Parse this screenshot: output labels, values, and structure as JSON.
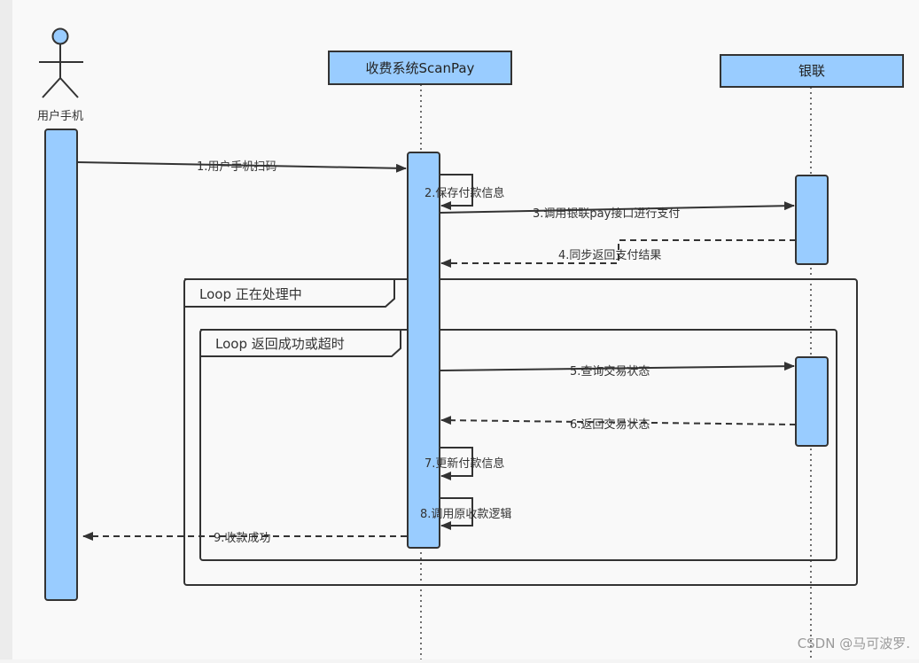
{
  "actors": {
    "user": {
      "label": "用户手机"
    },
    "scanpay": {
      "label": "收费系统ScanPay"
    },
    "unionpay": {
      "label": "银联"
    }
  },
  "messages": [
    {
      "id": "m1",
      "label": "1.用户手机扫码"
    },
    {
      "id": "m2",
      "label": "2.保存付款信息"
    },
    {
      "id": "m3",
      "label": "3.调用银联pay接口进行支付"
    },
    {
      "id": "m4",
      "label": "4.同步返回支付结果"
    },
    {
      "id": "m5",
      "label": "5.查询交易状态"
    },
    {
      "id": "m6",
      "label": "6.返回交易状态"
    },
    {
      "id": "m7",
      "label": "7.更新付款信息"
    },
    {
      "id": "m8",
      "label": "8.调用原收款逻辑"
    },
    {
      "id": "m9",
      "label": "9.收款成功"
    }
  ],
  "fragments": {
    "outer": {
      "label": "Loop 正在处理中"
    },
    "inner": {
      "label": "Loop 返回成功或超时"
    }
  },
  "watermark": "CSDN @马可波罗.",
  "colors": {
    "box_fill": "#99ccff",
    "box_stroke": "#333333",
    "line": "#333333",
    "background": "#f9f9f9"
  }
}
